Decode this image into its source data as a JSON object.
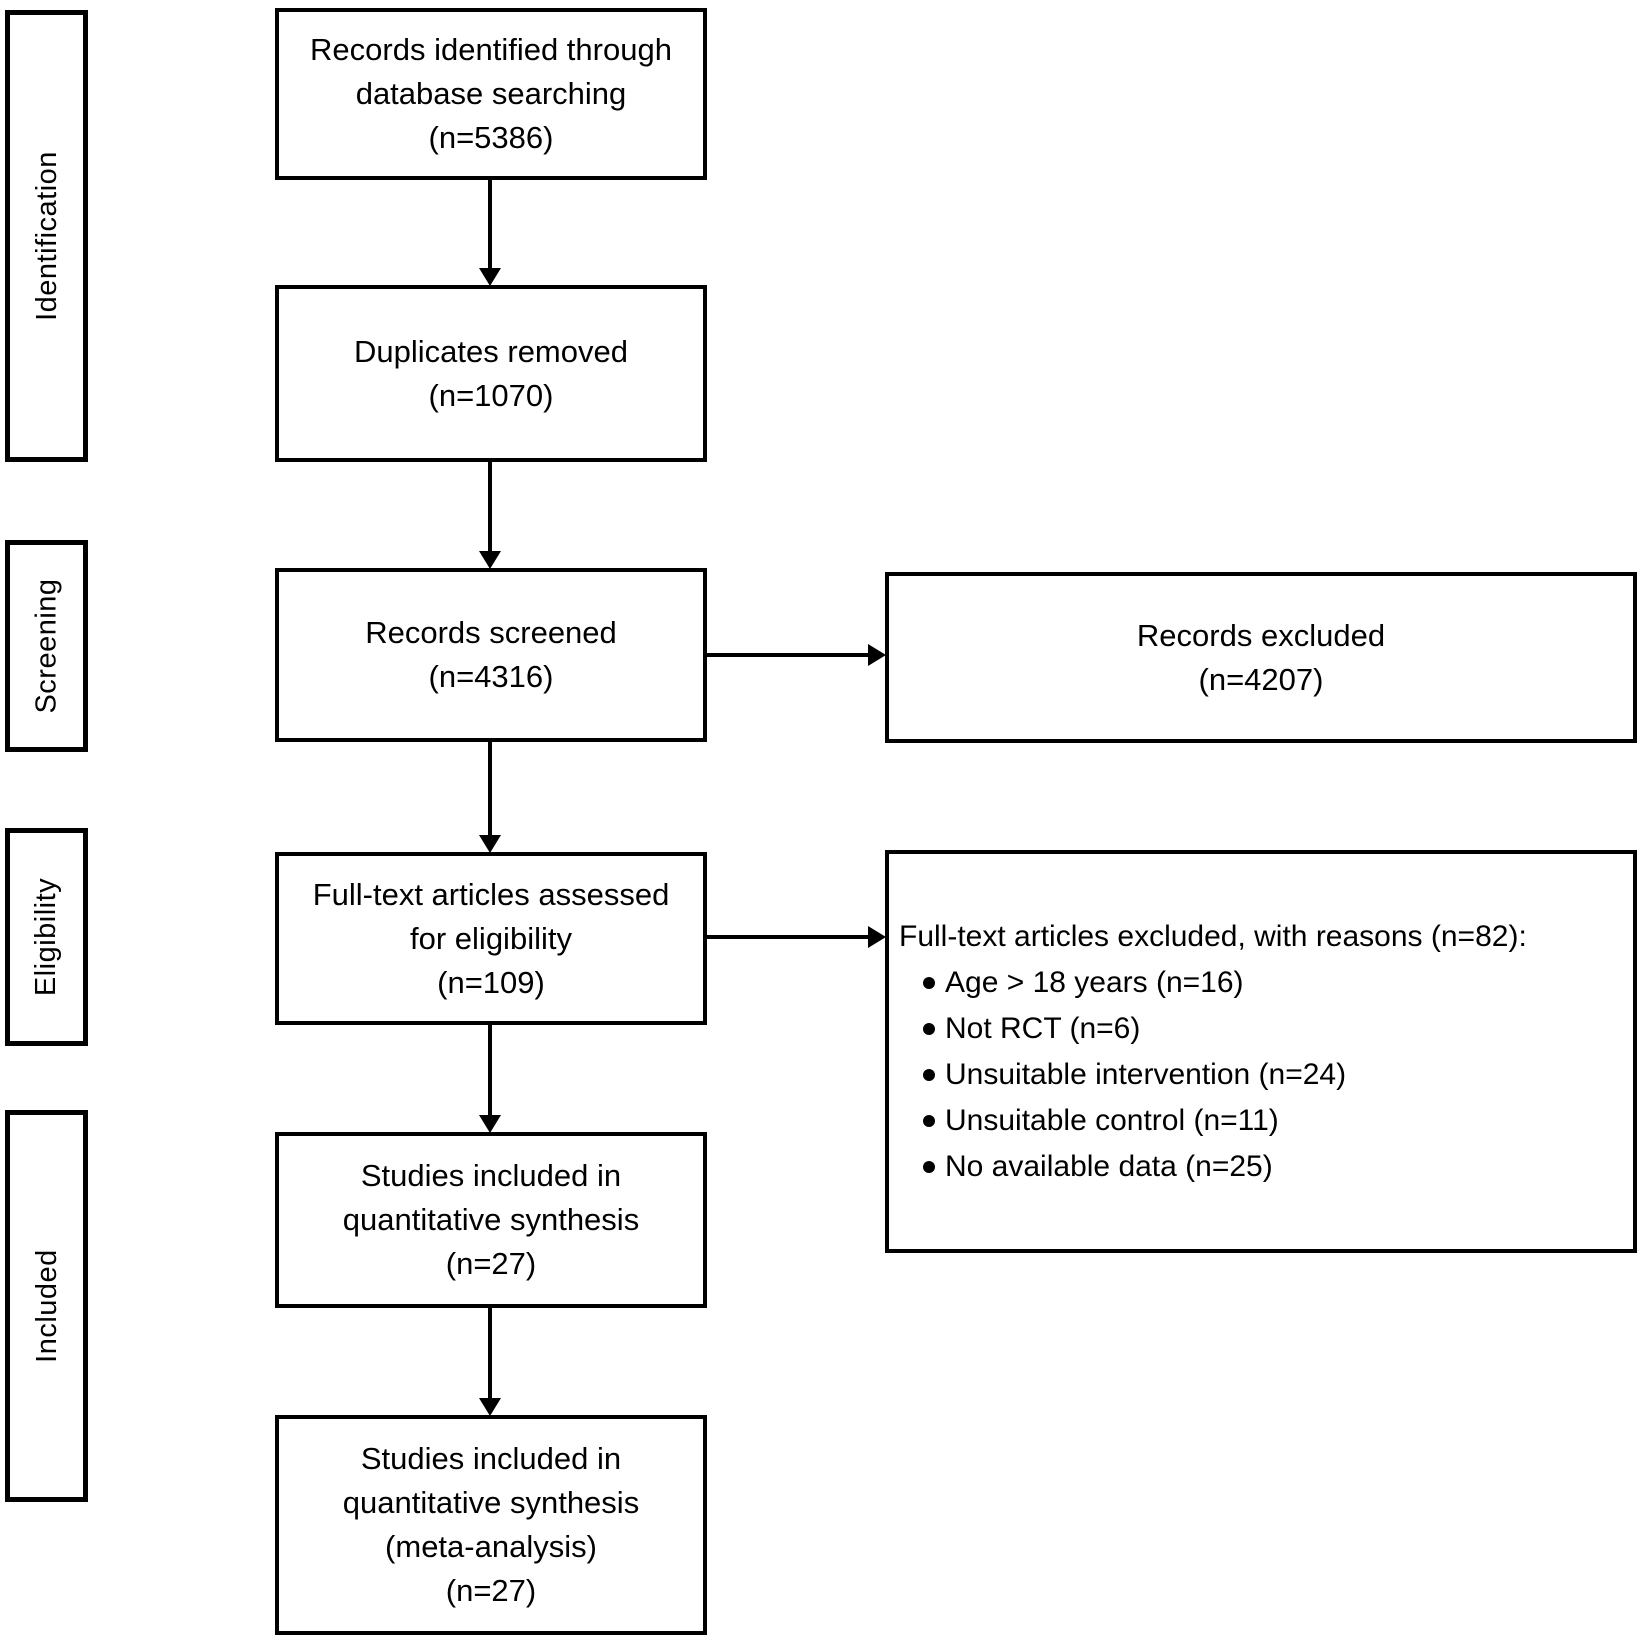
{
  "diagram": {
    "type": "prisma-flowchart",
    "colors": {
      "border": "#000000",
      "text": "#000000",
      "background": "#ffffff"
    },
    "stages": [
      {
        "label": "Identification"
      },
      {
        "label": "Screening"
      },
      {
        "label": "Eligibility"
      },
      {
        "label": "Included"
      }
    ],
    "flow_boxes": [
      {
        "lines": [
          "Records identified through",
          "database searching",
          "(n=5386)"
        ]
      },
      {
        "lines": [
          "Duplicates removed",
          "(n=1070)"
        ]
      },
      {
        "lines": [
          "Records screened",
          "(n=4316)"
        ]
      },
      {
        "lines": [
          "Full-text articles assessed",
          "for eligibility",
          "(n=109)"
        ]
      },
      {
        "lines": [
          "Studies included in",
          "quantitative synthesis",
          "(n=27)"
        ]
      },
      {
        "lines": [
          "Studies included in",
          "quantitative synthesis",
          "(meta-analysis)",
          "(n=27)"
        ]
      }
    ],
    "side_boxes": [
      {
        "lines": [
          "Records excluded",
          "(n=4207)"
        ]
      },
      {
        "header": "Full-text articles excluded, with reasons (n=82):",
        "bullets": [
          "Age > 18 years  (n=16)",
          "Not RCT (n=6)",
          "Unsuitable intervention (n=24)",
          "Unsuitable control (n=11)",
          "No available data (n=25)"
        ]
      }
    ]
  }
}
